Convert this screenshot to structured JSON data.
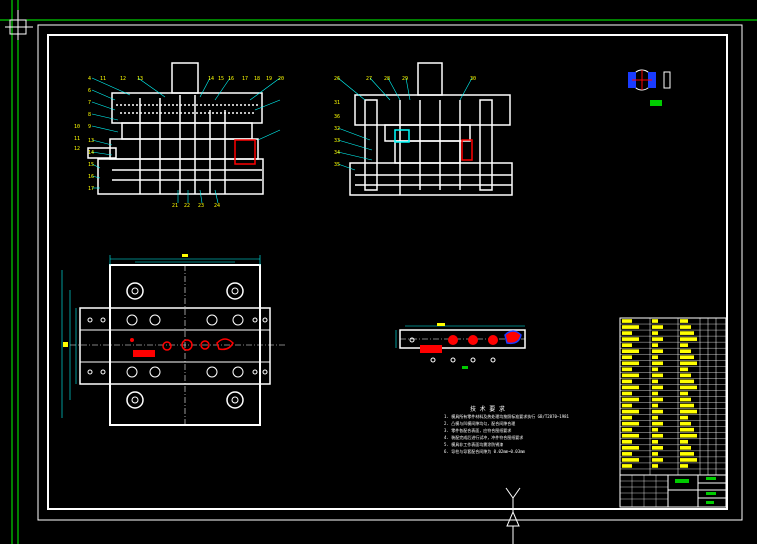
{
  "drawing": {
    "front_view_balloons_left": [
      "4",
      "6",
      "7",
      "8",
      "9",
      "10",
      "11",
      "12",
      "13",
      "14",
      "15",
      "16",
      "17"
    ],
    "front_view_balloons_top": [
      "11",
      "12",
      "13",
      "14",
      "15",
      "16",
      "17",
      "18",
      "19",
      "20"
    ],
    "front_view_balloons_bottom": [
      "21",
      "22",
      "23",
      "24"
    ],
    "side_view_balloons": [
      "26",
      "27",
      "28",
      "29",
      "30",
      "31",
      "32",
      "33",
      "34",
      "35",
      "36"
    ],
    "tech_requirements": {
      "title": "技 术 要 求",
      "lines": [
        "1. 模具所有零件材料及热处理均按照标准要求执行 GB/T2870—1981",
        "2. 凸模与凹模间隙均匀，配合间隙合理",
        "3. 零件各配合表面，应符合图纸要求",
        "4. 装配完成后进行试冲，冲件符合图纸要求",
        "5. 模具非工作表面均需涂防锈漆",
        "6. 导柱与导套配合间隙为 0.02mm~0.03mm"
      ]
    }
  },
  "colors": {
    "background": "#000000",
    "line": "#ffffff",
    "dimension": "#00ffff",
    "text": "#ffff00",
    "accent": "#ff0000",
    "border_green": "#00ff00",
    "title_green": "#00cc00"
  }
}
